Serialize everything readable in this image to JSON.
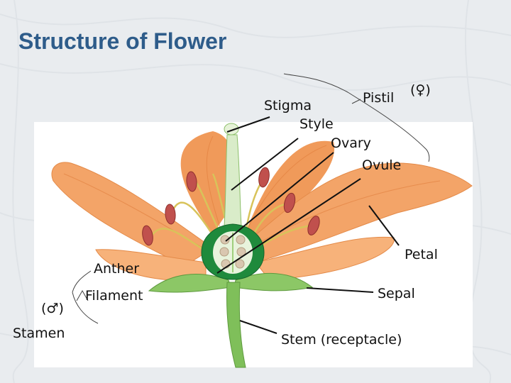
{
  "slide": {
    "title": "Structure of Flower"
  },
  "labels": {
    "pistil": "Pistil",
    "pistil_symbol": "(♀)",
    "stigma": "Stigma",
    "style": "Style",
    "ovary": "Ovary",
    "ovule": "Ovule",
    "petal": "Petal",
    "anther": "Anther",
    "filament": "Filament",
    "stamen_symbol": "(♂)",
    "stamen": "Stamen",
    "sepal": "Sepal",
    "stem": "Stem (receptacle)"
  },
  "colors": {
    "background": "#e9ecef",
    "title": "#2e5c8a",
    "petal": "#f2a064",
    "petal_dark": "#e07d3c",
    "stem": "#7fbf5a",
    "ovary": "#1f8a3c",
    "anther": "#c0504d",
    "pointer": "#111111"
  }
}
